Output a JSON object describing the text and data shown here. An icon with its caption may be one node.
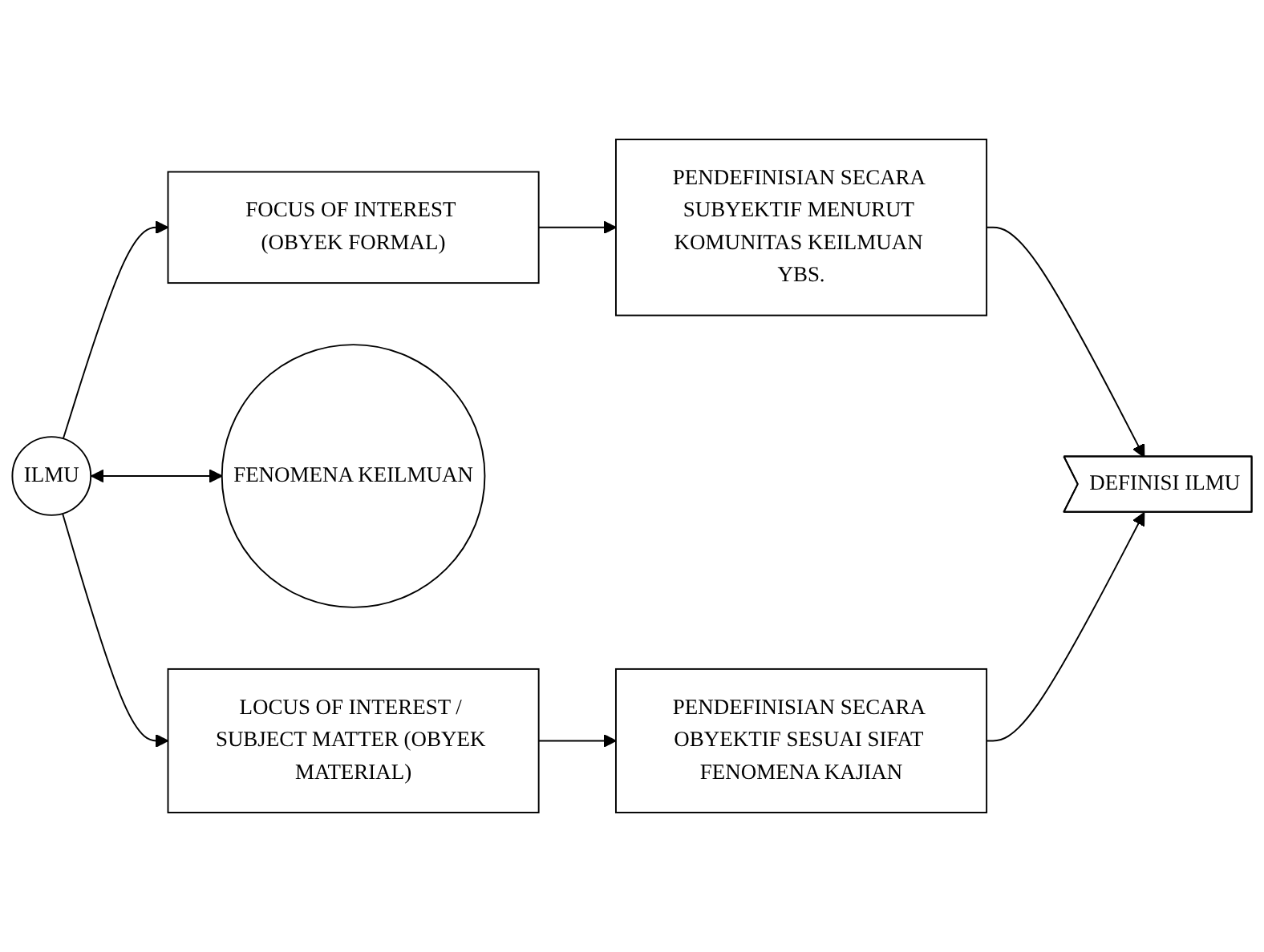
{
  "diagram": {
    "nodes": [
      {
        "text": [
          "ILMU"
        ]
      },
      {
        "text": [
          "FOCUS OF INTEREST (OBYEK FORMAL)"
        ]
      },
      {
        "text": [
          "PENDEFINISIAN SECARA SUBYEKTIF MENURUT KOMUNITAS KEILMUAN YBS."
        ]
      },
      {
        "text": [
          "FENOMENA KEILMUAN"
        ]
      },
      {
        "text": [
          "DEFINISI ILMU"
        ]
      },
      {
        "text": [
          "LOCUS OF INTEREST / SUBJECT MATTER (OBYEK MATERIAL)"
        ]
      },
      {
        "text": [
          "PENDEFINISIAN SECARA OBYEKTIF SESUAI SIFAT FENOMENA KAJIAN"
        ]
      }
    ],
    "edges": [
      {
        "from": 0,
        "to": 1,
        "arrow": "to"
      },
      {
        "from": 1,
        "to": 2,
        "arrow": "to"
      },
      {
        "from": 2,
        "to": 4,
        "arrow": "to"
      },
      {
        "from": 0,
        "to": 3,
        "arrow": "both"
      },
      {
        "from": 0,
        "to": 5,
        "arrow": "to"
      },
      {
        "from": 5,
        "to": 6,
        "arrow": "to"
      },
      {
        "from": 6,
        "to": 4,
        "arrow": "to"
      }
    ]
  }
}
